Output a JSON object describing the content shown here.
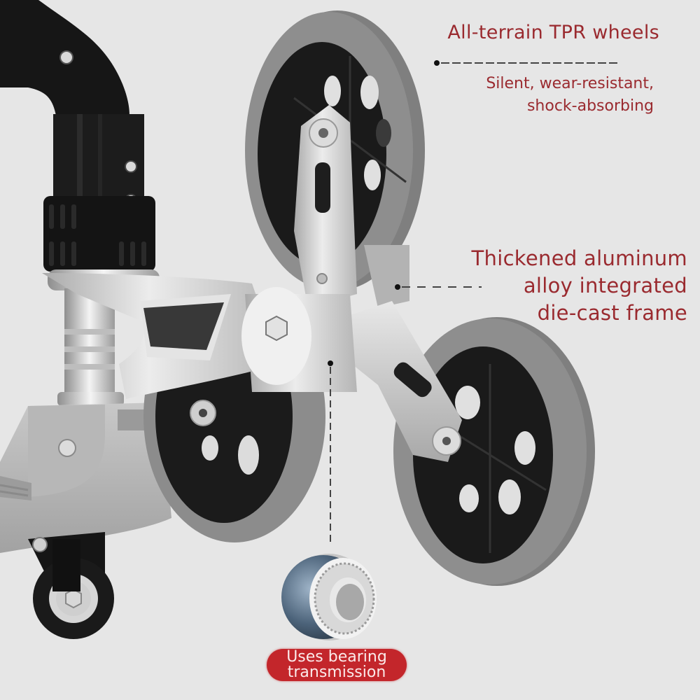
{
  "colors": {
    "background": "#e6e6e6",
    "callout_text": "#9a2a2f",
    "badge_bg": "#c3262b",
    "badge_text": "#fbeaea",
    "tire": "#8a8a8a",
    "hub": "#1b1b1b",
    "aluminum": "#cfcfcf"
  },
  "callouts": [
    {
      "id": "tpr-wheels",
      "title": "All-terrain TPR wheels",
      "subtitle_lines": [
        "Silent, wear-resistant,",
        "shock-absorbing"
      ]
    },
    {
      "id": "aluminum-frame",
      "title_lines": [
        "Thickened aluminum",
        "alloy integrated",
        "die-cast frame"
      ]
    },
    {
      "id": "bearing",
      "badge_lines": [
        "Uses bearing",
        "transmission"
      ]
    }
  ]
}
